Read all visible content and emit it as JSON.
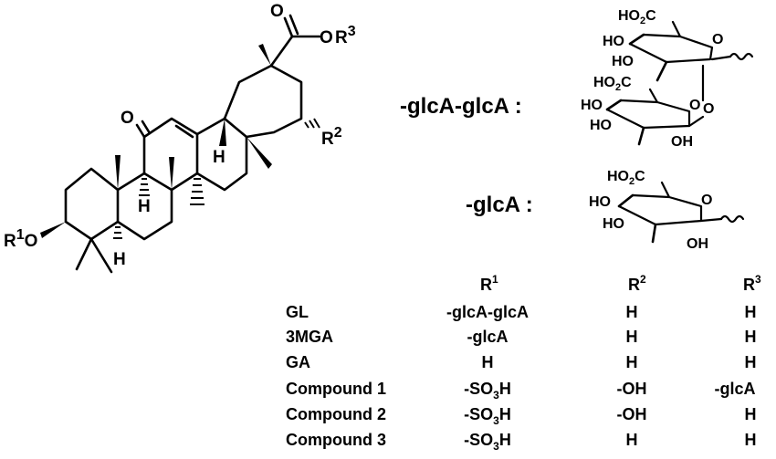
{
  "atoms": {
    "ketone_o": "O",
    "ester_o_double": "O",
    "ester_o": "O",
    "ester_r": "R",
    "ester_r_sup": "3",
    "r1": "R",
    "r1_sup": "1",
    "r1_o": "O",
    "r2": "R",
    "r2_sup": "2",
    "h_c18": "H",
    "h_c9": "H",
    "h_c5": "H"
  },
  "sugar_labels": {
    "diglc_label": "-glcA-glcA :",
    "glc_label": "-glcA :"
  },
  "sugar_atoms": {
    "s1_ho2c": "HO",
    "s1_ho2c_sub": "2",
    "s1_ho2c_c": "C",
    "s1_ring_o": "O",
    "s1_ho_a": "HO",
    "s1_ho_b": "HO",
    "s2_ho2c": "HO",
    "s2_ho2c_sub": "2",
    "s2_ho2c_c": "C",
    "s2_ring_o": "O",
    "s2_link_o": "O",
    "s2_ho_a": "HO",
    "s2_ho_b": "HO",
    "s2_oh": "OH",
    "s3_ho2c": "HO",
    "s3_ho2c_sub": "2",
    "s3_ho2c_c": "C",
    "s3_ring_o": "O",
    "s3_ho_a": "HO",
    "s3_ho_b": "HO",
    "s3_oh": "OH"
  },
  "table": {
    "headers": [
      {
        "main": "R",
        "sup": "1"
      },
      {
        "main": "R",
        "sup": "2"
      },
      {
        "main": "R",
        "sup": "3"
      }
    ],
    "rows": [
      {
        "name": "GL",
        "r1": "-glcA-glcA",
        "r2": "H",
        "r3": "H"
      },
      {
        "name": "3MGA",
        "r1": "-glcA",
        "r2": "H",
        "r3": "H"
      },
      {
        "name": "GA",
        "r1": "H",
        "r2": "H",
        "r3": "H"
      },
      {
        "name": "Compound 1",
        "r1_main": "-SO",
        "r1_sub": "3",
        "r1_tail": "H",
        "r2": "-OH",
        "r3": "-glcA"
      },
      {
        "name": "Compound 2",
        "r1_main": "-SO",
        "r1_sub": "3",
        "r1_tail": "H",
        "r2": "-OH",
        "r3": "H"
      },
      {
        "name": "Compound 3",
        "r1_main": "-SO",
        "r1_sub": "3",
        "r1_tail": "H",
        "r2": "H",
        "r3": "H"
      }
    ]
  }
}
